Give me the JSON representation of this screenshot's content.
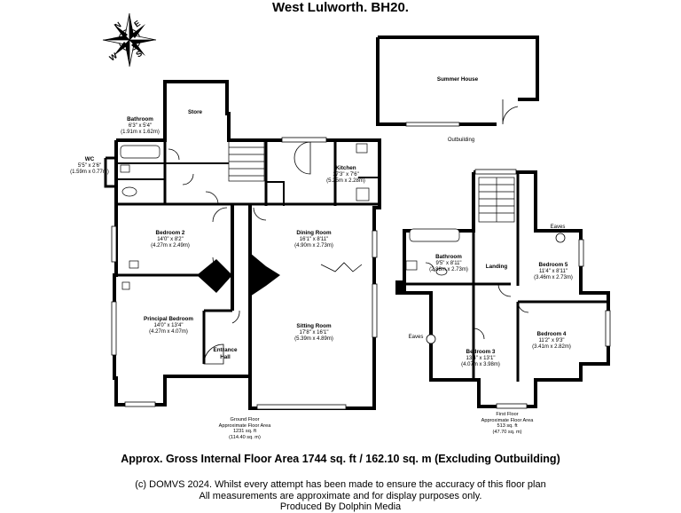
{
  "title": "West Lulworth. BH20.",
  "compass": {
    "N": "N",
    "E": "E",
    "S": "S",
    "W": "W"
  },
  "outbuilding": {
    "summer_house": "Summer House",
    "label": "Outbuilding"
  },
  "ground_floor": {
    "rooms": {
      "bathroom": {
        "name": "Bathroom",
        "imperial": "6'3\" x 5'4\"",
        "metric": "(1.91m x 1.62m)"
      },
      "store": {
        "name": "Store"
      },
      "wc": {
        "name": "WC",
        "imperial": "5'5\" x 2'6\"",
        "metric": "(1.59m x 0.77m)"
      },
      "kitchen": {
        "name": "Kitchen",
        "imperial": "17'3\" x 7'6\"",
        "metric": "(5.25m x 2.28m)"
      },
      "bedroom2": {
        "name": "Bedroom 2",
        "imperial": "14'0\" x 8'2\"",
        "metric": "(4.27m x 2.49m)"
      },
      "dining": {
        "name": "Dining Room",
        "imperial": "16'1\" x 8'11\"",
        "metric": "(4.90m x 2.73m)"
      },
      "principal": {
        "name": "Principal Bedroom",
        "imperial": "14'0\" x 13'4\"",
        "metric": "(4.27m x 4.07m)"
      },
      "sitting": {
        "name": "Sitting Room",
        "imperial": "17'8\" x 16'1\"",
        "metric": "(5.39m x 4.89m)"
      },
      "hall": {
        "name1": "Entrance",
        "name2": "Hall"
      }
    },
    "area": {
      "line1": "Ground Floor",
      "line2": "Approximate Floor Area",
      "line3": "1231 sq. ft",
      "line4": "(114.40 sq. m)"
    }
  },
  "first_floor": {
    "rooms": {
      "bathroom": {
        "name": "Bathroom",
        "imperial": "9'5\" x 8'11\"",
        "metric": "(2.88m x 2.73m)"
      },
      "landing": {
        "name": "Landing"
      },
      "bedroom5": {
        "name": "Bedroom 5",
        "imperial": "11'4\" x 8'11\"",
        "metric": "(3.46m x 2.73m)"
      },
      "bedroom4": {
        "name": "Bedroom 4",
        "imperial": "11'2\" x 9'3\"",
        "metric": "(3.41m x 2.82m)"
      },
      "bedroom3": {
        "name": "Bedroom 3",
        "imperial": "13'4\" x 13'1\"",
        "metric": "(4.07m x 3.98m)"
      },
      "eaves_a": "Eaves",
      "eaves_b": "Eaves"
    },
    "area": {
      "line1": "First Floor",
      "line2": "Approximate Floor Area",
      "line3": "513 sq. ft",
      "line4": "(47.70 sq. m)"
    }
  },
  "gross_area": "Approx. Gross Internal Floor Area 1744 sq. ft / 162.10 sq. m (Excluding Outbuilding)",
  "footer": {
    "line1": "(c) DOMVS 2024. Whilst every attempt has been made to ensure the accuracy of this floor plan",
    "line2": "All measurements are approximate and for display purposes only.",
    "line3": "Produced By Dolphin Media"
  }
}
